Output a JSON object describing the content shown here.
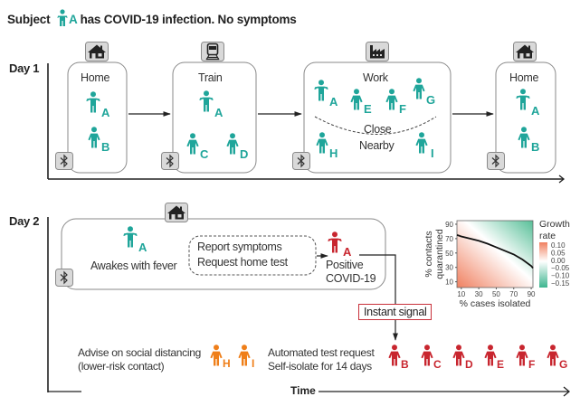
{
  "title": {
    "prefix": "Subject",
    "subject": "A",
    "suffix": "has COVID-19 infection. No symptoms"
  },
  "colors": {
    "healthy": "#1fa59a",
    "positive": "#c8262f",
    "low_risk": "#ef7f1a",
    "icon_bg": "#d9d9d9",
    "box_border": "#8a8a8a"
  },
  "day1": {
    "label": "Day 1",
    "locations": [
      {
        "name": "Home",
        "icon": "house-icon",
        "people": [
          "A",
          "B"
        ]
      },
      {
        "name": "Train",
        "icon": "train-icon",
        "people": [
          "A",
          "C",
          "D"
        ]
      },
      {
        "name": "Work",
        "icon": "factory-icon",
        "people": [
          "A",
          "E",
          "F",
          "G",
          "H",
          "I"
        ],
        "zones": [
          "Close",
          "Nearby"
        ]
      },
      {
        "name": "Home",
        "icon": "house-icon",
        "people": [
          "A",
          "B"
        ]
      }
    ]
  },
  "day2": {
    "label": "Day 2",
    "home_icon": "house-icon",
    "subject_label": "A",
    "awakes": "Awakes with fever",
    "actions": [
      "Report symptoms",
      "Request home test"
    ],
    "positive_label": "A",
    "positive_text": [
      "Positive",
      "COVID-19"
    ],
    "instant_signal": "Instant signal",
    "low_risk_text": [
      "Advise on social distancing",
      "(lower-risk contact)"
    ],
    "low_risk_people": [
      "H",
      "I"
    ],
    "high_risk_text": [
      "Automated test request",
      "Self-isolate for 14 days"
    ],
    "high_risk_people": [
      "B",
      "C",
      "D",
      "E",
      "F",
      "G"
    ]
  },
  "time_label": "Time",
  "chart_data": {
    "type": "heatmap",
    "title": "",
    "xlabel": "% cases isolated",
    "ylabel": "% contacts quarantined",
    "xticks": [
      10,
      30,
      50,
      70,
      90
    ],
    "yticks": [
      10,
      30,
      50,
      70,
      90
    ],
    "xlim": [
      5,
      92
    ],
    "ylim": [
      2,
      95
    ],
    "threshold_curve": {
      "x": [
        5,
        10,
        20,
        30,
        40,
        50,
        60,
        70,
        80,
        90,
        92
      ],
      "y": [
        75,
        73,
        70,
        67,
        63,
        58,
        53,
        48,
        41,
        32,
        29
      ]
    },
    "legend": {
      "title": [
        "Growth",
        "rate"
      ],
      "ticks": [
        "0.10",
        "0.05",
        "0.00",
        "−0.05",
        "−0.10",
        "−0.15"
      ],
      "range": [
        -0.15,
        0.12
      ],
      "positive_color": "#f08060",
      "negative_color": "#3db58f"
    }
  }
}
